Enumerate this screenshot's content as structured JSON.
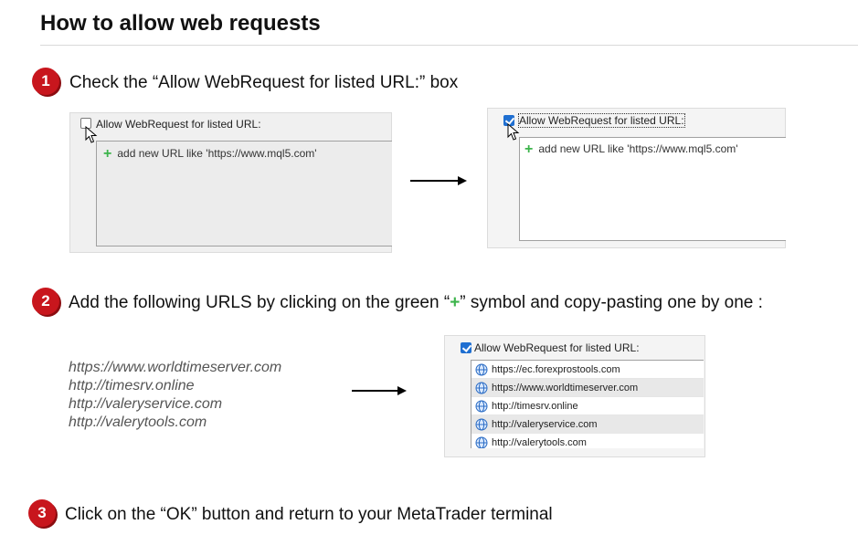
{
  "title": "How to allow web requests",
  "steps": [
    {
      "number": "1",
      "text": "Check the “Allow WebRequest for listed URL:” box"
    },
    {
      "number": "2",
      "text_before": "Add the following URLS by clicking on the green “",
      "symbol": "+",
      "text_after": "” symbol and copy-pasting one by one :"
    },
    {
      "number": "3",
      "text": "Click on the “OK” button and return to your MetaTrader terminal"
    }
  ],
  "dialog": {
    "checkbox_label": "Allow WebRequest for listed URL:",
    "add_new_label": "add new URL like 'https://www.mql5.com'",
    "before_checked": false,
    "after_checked": true
  },
  "urls": [
    "https://www.worldtimeserver.com",
    "http://timesrv.online",
    "http://valeryservice.com",
    "http://valerytools.com"
  ],
  "url_list_dialog": {
    "checkbox_label": "Allow WebRequest for listed URL:",
    "checked": true,
    "rows": [
      "https://ec.forexprostools.com",
      "https://www.worldtimeserver.com",
      "http://timesrv.online",
      "http://valeryservice.com",
      "http://valerytools.com"
    ]
  },
  "colors": {
    "badge": "#c8161d",
    "green_plus": "#3cb44b",
    "checkbox_checked": "#1f6fd1"
  }
}
